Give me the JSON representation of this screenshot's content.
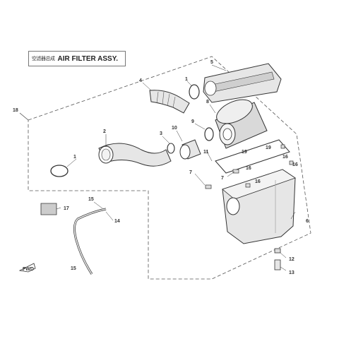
{
  "title": {
    "chinese": "空滤器总成",
    "english": "AIR FILTER ASSY."
  },
  "callouts": {
    "c1a": "1",
    "c1b": "1",
    "c2": "2",
    "c3": "3",
    "c4": "4",
    "c5": "5",
    "c6": "6",
    "c7a": "7",
    "c7b": "7",
    "c8": "8",
    "c9": "9",
    "c10": "10",
    "c11": "11",
    "c12": "12",
    "c13": "13",
    "c14": "14",
    "c15a": "15",
    "c15b": "15",
    "c16a": "16",
    "c16b": "16",
    "c16c": "16",
    "c16d": "16",
    "c17": "17",
    "c18": "18",
    "c19a": "19",
    "c19b": "19"
  },
  "direction_marker": "FWD",
  "colors": {
    "line": "#333333",
    "part_fill": "#e6e6e6",
    "part_shade": "#bdbdbd",
    "dash": "#555555"
  }
}
